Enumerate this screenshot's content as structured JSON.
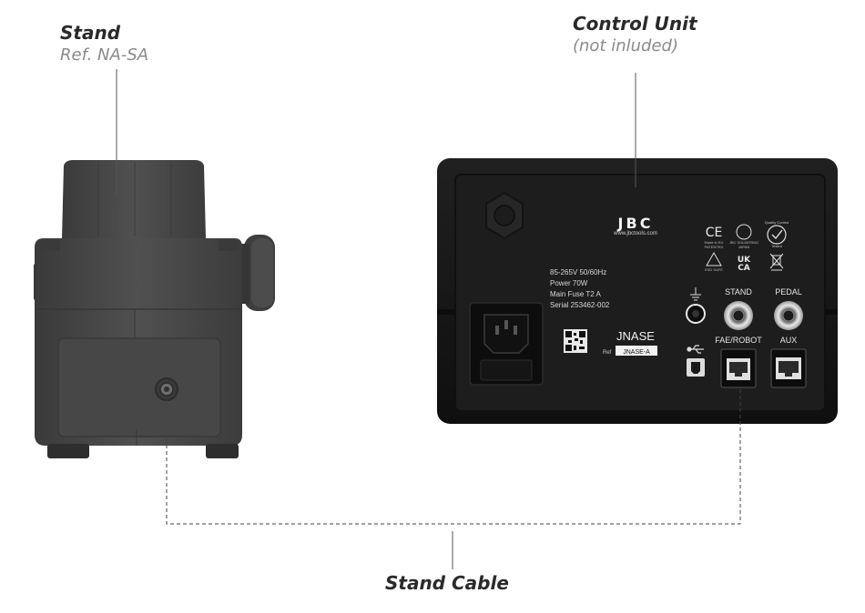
{
  "labels": {
    "stand_title": "Stand",
    "stand_ref": "Ref. NA-SA",
    "control_title": "Control Unit",
    "control_note": "(not inluded)",
    "cable_title": "Stand Cable"
  },
  "control_unit": {
    "brand": "JBC",
    "website": "www.jbctools.com",
    "specs": [
      "85-265V 50/60Hz",
      "Power 70W",
      "Main Fuse T2 A",
      "Serial 253462-002"
    ],
    "model": "JNASE",
    "ref_prefix": "Ref",
    "ref_value": "JNASE-A",
    "ports": {
      "stand": "STAND",
      "pedal": "PEDAL",
      "fae": "FAE/ROBOT",
      "aux": "AUX"
    },
    "marks": {
      "ce": "CE",
      "ukca_top": "UK",
      "ukca_bottom": "CA",
      "made_in": "Made in EU",
      "patented": "PATENTED",
      "jbc_soldering": "JBC SOLDERING",
      "japan": "JAPAN",
      "quality": "Quality Control",
      "tested": "Tested",
      "esd": "ESD SAFE"
    }
  },
  "colors": {
    "stand_body": "#4a4a4a",
    "unit_body": "#151515",
    "unit_panel": "#1d1d1d",
    "leader": "#555555"
  }
}
